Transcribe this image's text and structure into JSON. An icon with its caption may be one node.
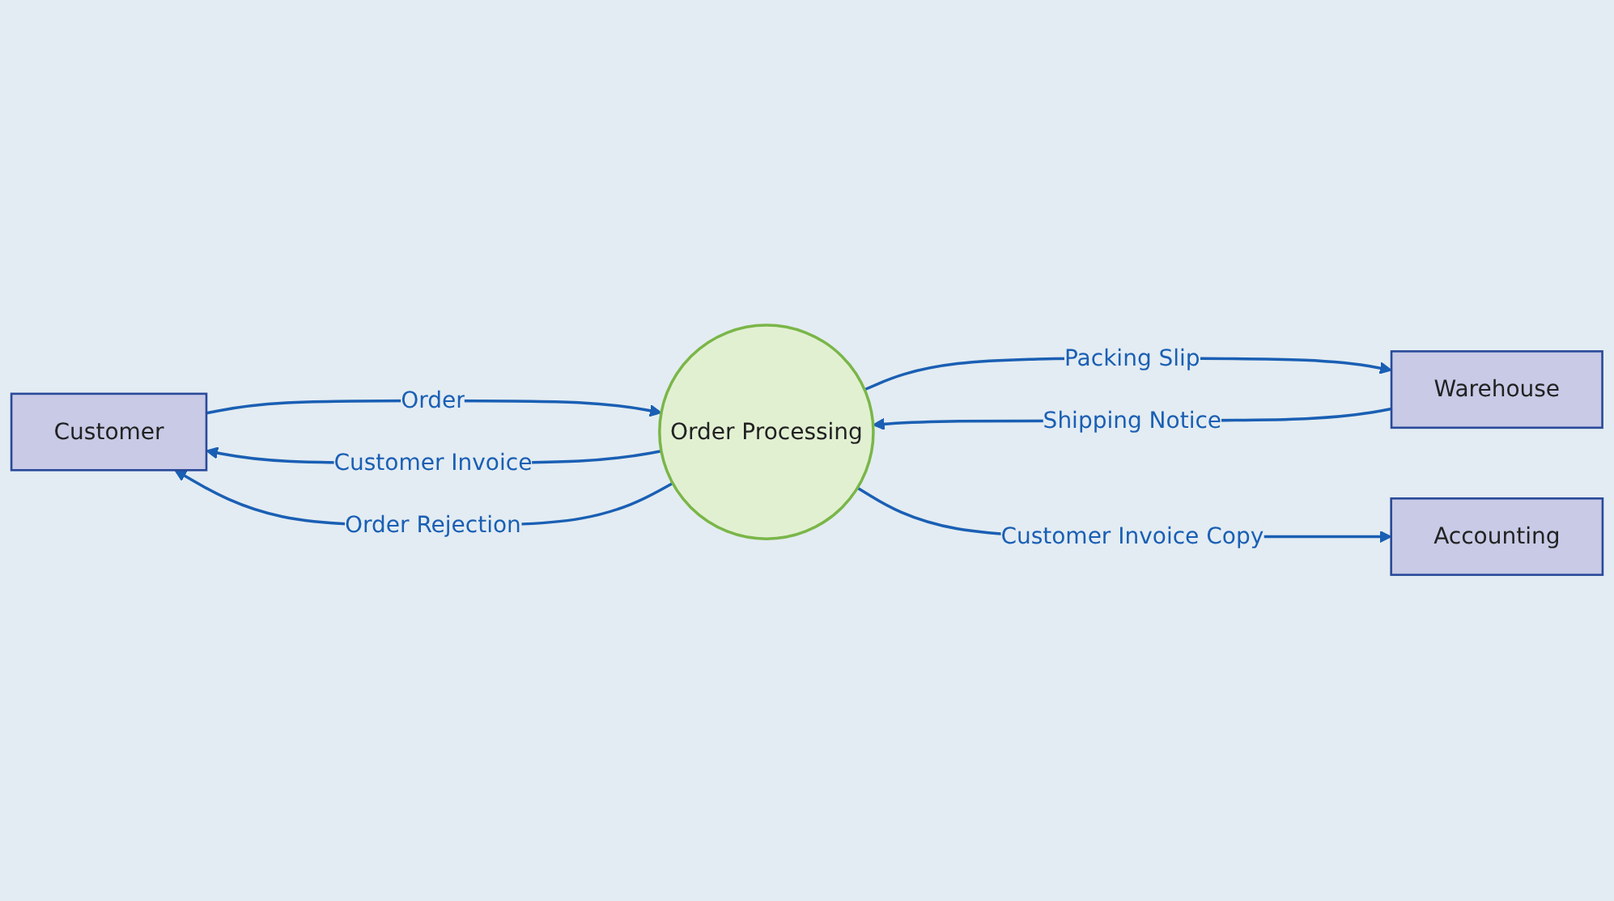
{
  "diagram": {
    "nodes": [
      {
        "text": [
          "Customer"
        ]
      },
      {
        "text": [
          "Order Processing"
        ]
      },
      {
        "text": [
          "Warehouse"
        ]
      },
      {
        "text": [
          "Accounting"
        ]
      }
    ],
    "edges": [
      {
        "from": 0,
        "to": 1,
        "arrow": "to",
        "label": "Order"
      },
      {
        "from": 1,
        "to": 2,
        "arrow": "to",
        "label": "Packing Slip"
      },
      {
        "from": 2,
        "to": 1,
        "arrow": "to",
        "label": "Shipping Notice"
      },
      {
        "from": 1,
        "to": 0,
        "arrow": "to",
        "label": "Customer Invoice"
      },
      {
        "from": 1,
        "to": 0,
        "arrow": "to",
        "label": "Order Rejection"
      },
      {
        "from": 1,
        "to": 3,
        "arrow": "to",
        "label": "Customer Invoice Copy"
      }
    ]
  }
}
